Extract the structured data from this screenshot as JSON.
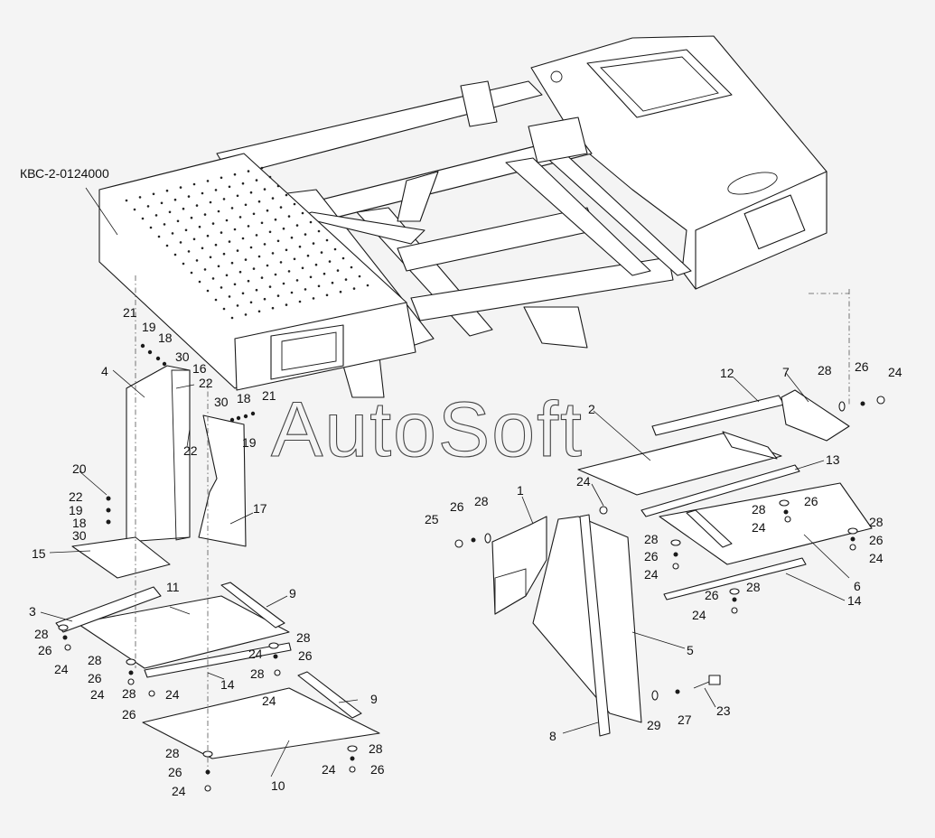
{
  "assembly_label": "КВС-2-0124000",
  "watermark": "AutoSoft",
  "callouts": {
    "c1": "1",
    "c2": "2",
    "c3": "3",
    "c4": "4",
    "c5": "5",
    "c6": "6",
    "c7": "7",
    "c8": "8",
    "c9": "9",
    "c10": "10",
    "c11": "11",
    "c12": "12",
    "c13": "13",
    "c14": "14",
    "c15": "15",
    "c16": "16",
    "c17": "17",
    "c18": "18",
    "c19": "19",
    "c20": "20",
    "c21": "21",
    "c22": "22",
    "c23": "23",
    "c24": "24",
    "c25": "25",
    "c26": "26",
    "c27": "27",
    "c28": "28",
    "c29": "29",
    "c30": "30"
  }
}
